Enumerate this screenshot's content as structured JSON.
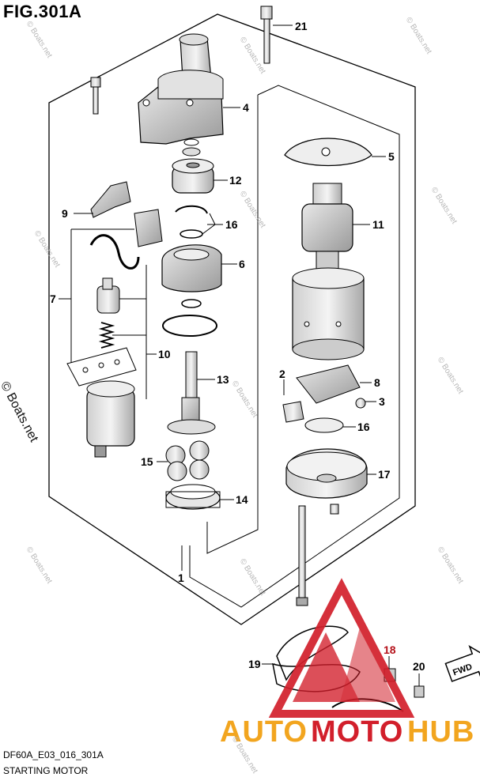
{
  "figure": {
    "title": "FIG.301A",
    "code": "DF60A_E03_016_301A",
    "caption": "STARTING MOTOR"
  },
  "copyright_text": "© Boats.net",
  "watermark_text": "© Boats.net",
  "callouts": {
    "c1": "1",
    "c2": "2",
    "c3": "3",
    "c4": "4",
    "c5": "5",
    "c6": "6",
    "c7": "7",
    "c8": "8",
    "c9": "9",
    "c10": "10",
    "c11": "11",
    "c12": "12",
    "c13": "13",
    "c14": "14",
    "c15": "15",
    "c16a": "16",
    "c16b": "16",
    "c17": "17",
    "c18": "18",
    "c19": "19",
    "c20": "20",
    "c21": "21"
  },
  "fwd_label": "FWD",
  "brand": {
    "part1": "AUTO",
    "part2": "MOTO",
    "part3": "HUB",
    "colors": {
      "auto": "#f2a51f",
      "moto": "#d21f2b",
      "hub": "#f2a51f",
      "triangle": "#d21f2b"
    }
  }
}
